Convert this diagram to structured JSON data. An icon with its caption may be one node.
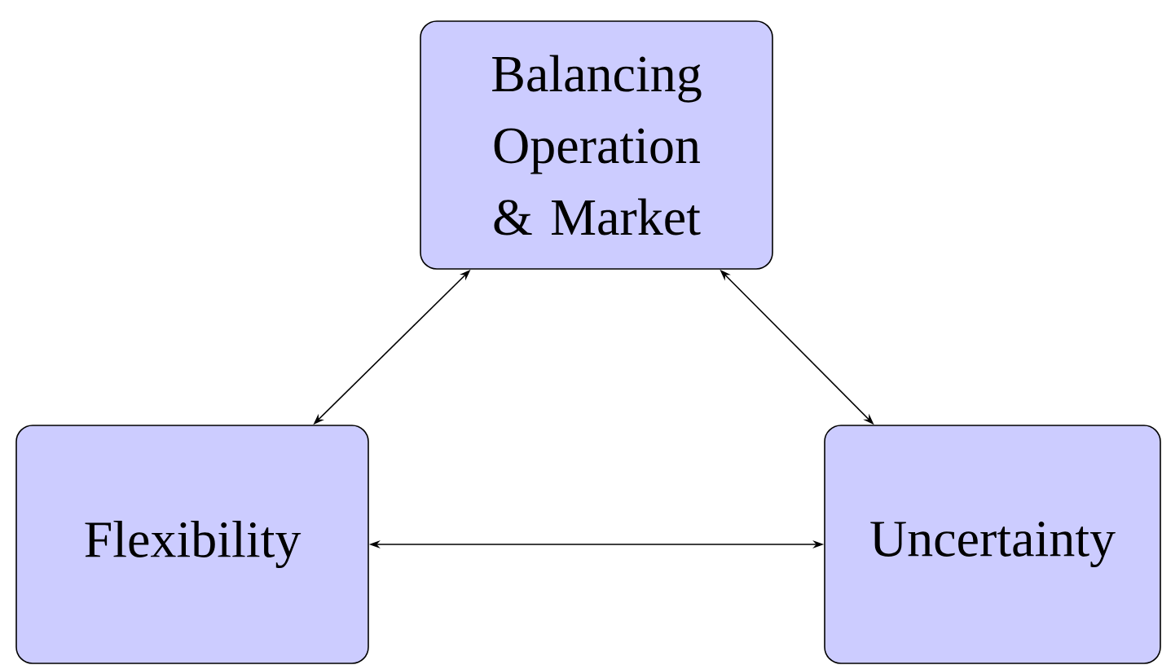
{
  "diagram": {
    "nodes": [
      {
        "text": [
          "Balancing Operation & Market"
        ]
      },
      {
        "text": [
          "Flexibility"
        ]
      },
      {
        "text": [
          "Uncertainty"
        ]
      }
    ],
    "edges": [
      {
        "from": 0,
        "to": 1,
        "arrow": "both"
      },
      {
        "from": 0,
        "to": 2,
        "arrow": "both"
      },
      {
        "from": 1,
        "to": 2,
        "arrow": "both"
      }
    ]
  }
}
